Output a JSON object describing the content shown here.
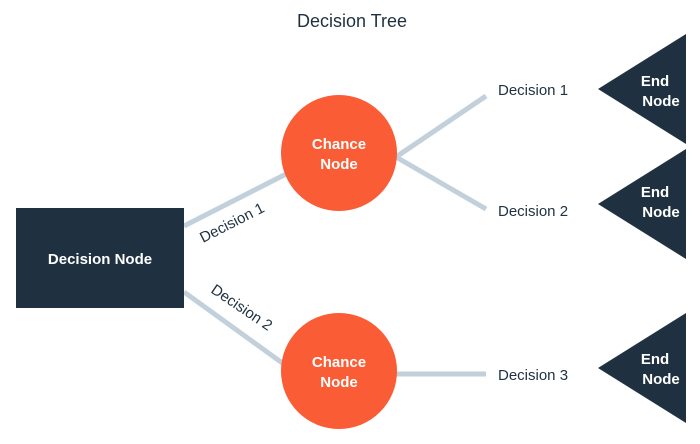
{
  "title": "Decision Tree",
  "colors": {
    "decision_node": "#1f3140",
    "chance_node": "#fa5c35",
    "end_node": "#1f3140",
    "edge": "#c2d0dc",
    "text_dark": "#1f3140",
    "text_light": "#ffffff"
  },
  "nodes": {
    "decision": {
      "label": "Decision Node"
    },
    "chance_1": {
      "label_line1": "Chance",
      "label_line2": "Node"
    },
    "chance_2": {
      "label_line1": "Chance",
      "label_line2": "Node"
    },
    "end_1": {
      "label_line1": "End",
      "label_line2": "Node"
    },
    "end_2": {
      "label_line1": "End",
      "label_line2": "Node"
    },
    "end_3": {
      "label_line1": "End",
      "label_line2": "Node"
    }
  },
  "edges": {
    "decision_to_chance_1": "Decision 1",
    "decision_to_chance_2": "Decision 2",
    "chance_1_outcome_1": "Decision 1",
    "chance_1_outcome_2": "Decision 2",
    "chance_2_outcome_1": "Decision 3"
  }
}
